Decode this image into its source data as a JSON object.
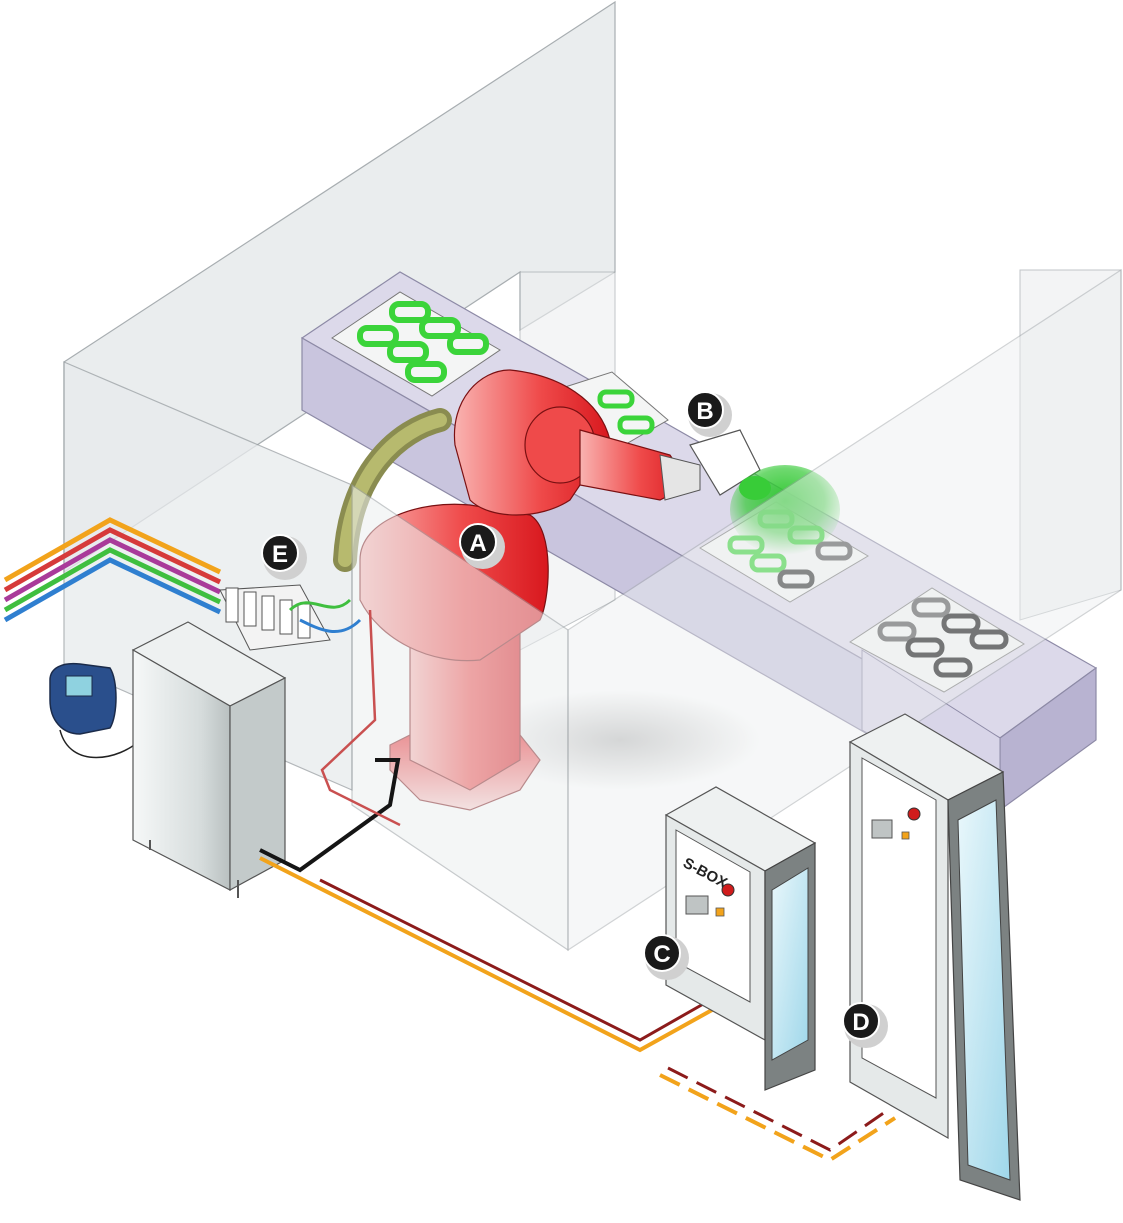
{
  "callouts": {
    "a": "A",
    "b": "B",
    "c": "C",
    "d": "D",
    "e": "E"
  },
  "labels": {
    "sbox": "S-BOX"
  },
  "colors": {
    "robot": "#e8262b",
    "robot_light": "#f7a8a6",
    "glow": "#31c832",
    "conveyor": "#d2cfe3",
    "cable_orange": "#f2a31b",
    "cable_darkred": "#8c1b1b",
    "cable_black": "#151515",
    "fence": "#e3e6e8",
    "cabinet": "#dfe4e4",
    "glass": "#bfe6f2"
  },
  "icons": [
    "teach-pendant-icon",
    "robot-arm-icon",
    "vision-sensor-icon",
    "safety-box-icon",
    "cabinet-icon",
    "io-terminal-icon"
  ]
}
